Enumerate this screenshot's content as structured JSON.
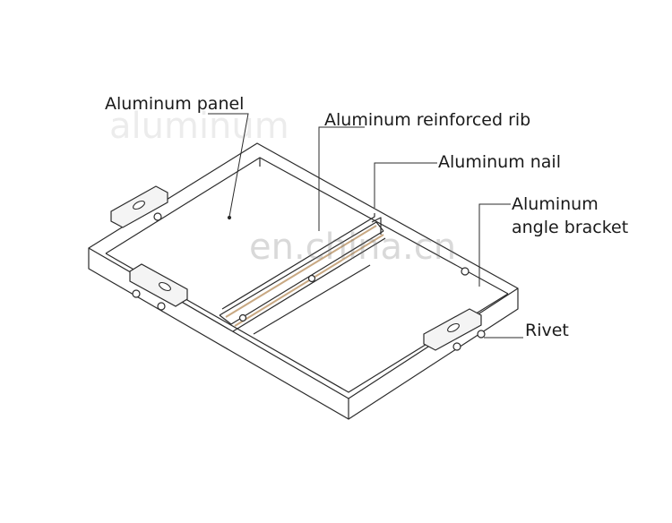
{
  "labels": {
    "panel": "Aluminum panel",
    "rib": "Aluminum reinforced rib",
    "nail": "Aluminum nail",
    "bracket_line1": "Aluminum",
    "bracket_line2": "angle bracket",
    "rivet": "Rivet"
  },
  "watermark": {
    "site": "en.china.cn",
    "ghost_text": "aluminum"
  },
  "colors": {
    "line": "#2b2b2b",
    "rib_accent": "#c8a882",
    "bracket_fill": "#f4f4f4"
  }
}
